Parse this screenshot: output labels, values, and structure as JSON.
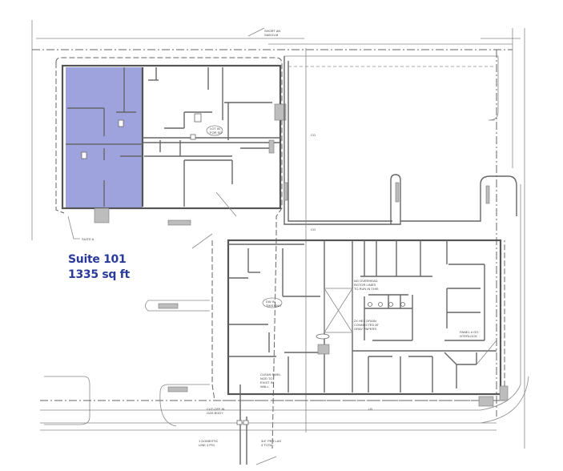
{
  "floor_plan": {
    "highlighted_suite": {
      "name": "Suite 101",
      "area": "1335 sq ft",
      "highlight_color": "#9fa3dd",
      "label_color": "#2a3a9a"
    },
    "annotations": {
      "suite_a_leader": "SUITE A",
      "top_note_line1": "SHORT AN",
      "top_note_line2": "SAB ELM",
      "restroom_note_line1": "LOT IN",
      "restroom_note_line2": "FOR SO",
      "ceiling_note_line1": "NO OVERHEAD",
      "ceiling_note_line2": "ROTOR LINES",
      "ceiling_note_line3": "TO RUN IN THIS",
      "floor_drain_line1": "2X HEX DRAIN",
      "floor_drain_line2": "CONNECTED AT",
      "floor_drain_line3": "GRAY PAPERS",
      "panel_note_line1": "PANEL # OO",
      "panel_note_line2": "NTERLOCK",
      "cloud_note_line1": "DW IN",
      "cloud_note_line2": "THIS UNIT",
      "sewer_note_line1": "CLEAN SWEL",
      "sewer_note_line2": "NOD TO",
      "sewer_note_line3": "EXIST IN",
      "sewer_note_line4": "WALL",
      "cutoff_note_line1": "CUT-OFF IN",
      "cutoff_note_line2": "GAS BODY",
      "domestic_note_line1": "1 DOMESTIC",
      "domestic_note_line2": "LINE 4 PSI",
      "gas_note_line1": "3/4\" PER LAS",
      "gas_note_line2": "4 TOTAL",
      "dim_co_1": "CO",
      "dim_co_2": "CO",
      "dim_bottom": "LB"
    }
  }
}
